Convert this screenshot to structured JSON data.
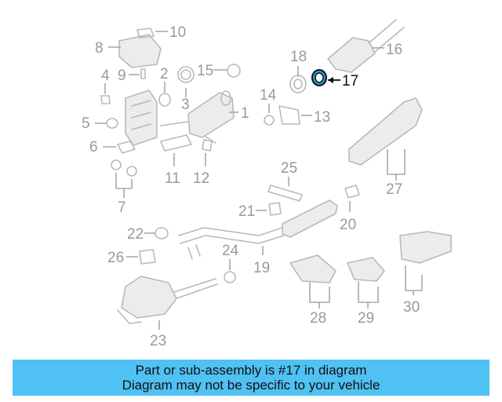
{
  "diagram": {
    "callouts": [
      "10",
      "8",
      "9",
      "2",
      "15",
      "1",
      "4",
      "3",
      "5",
      "6",
      "11",
      "12",
      "7",
      "18",
      "17",
      "16",
      "14",
      "13",
      "25",
      "27",
      "21",
      "20",
      "22",
      "26",
      "24",
      "19",
      "28",
      "29",
      "30",
      "23"
    ],
    "highlighted_part": "17",
    "highlight_color": "#1aa3e0",
    "banner_color": "#4fc1f3"
  },
  "banner": {
    "line1": "Part or sub-assembly is #17 in diagram",
    "line2": "Diagram may not be specific to your vehicle"
  }
}
